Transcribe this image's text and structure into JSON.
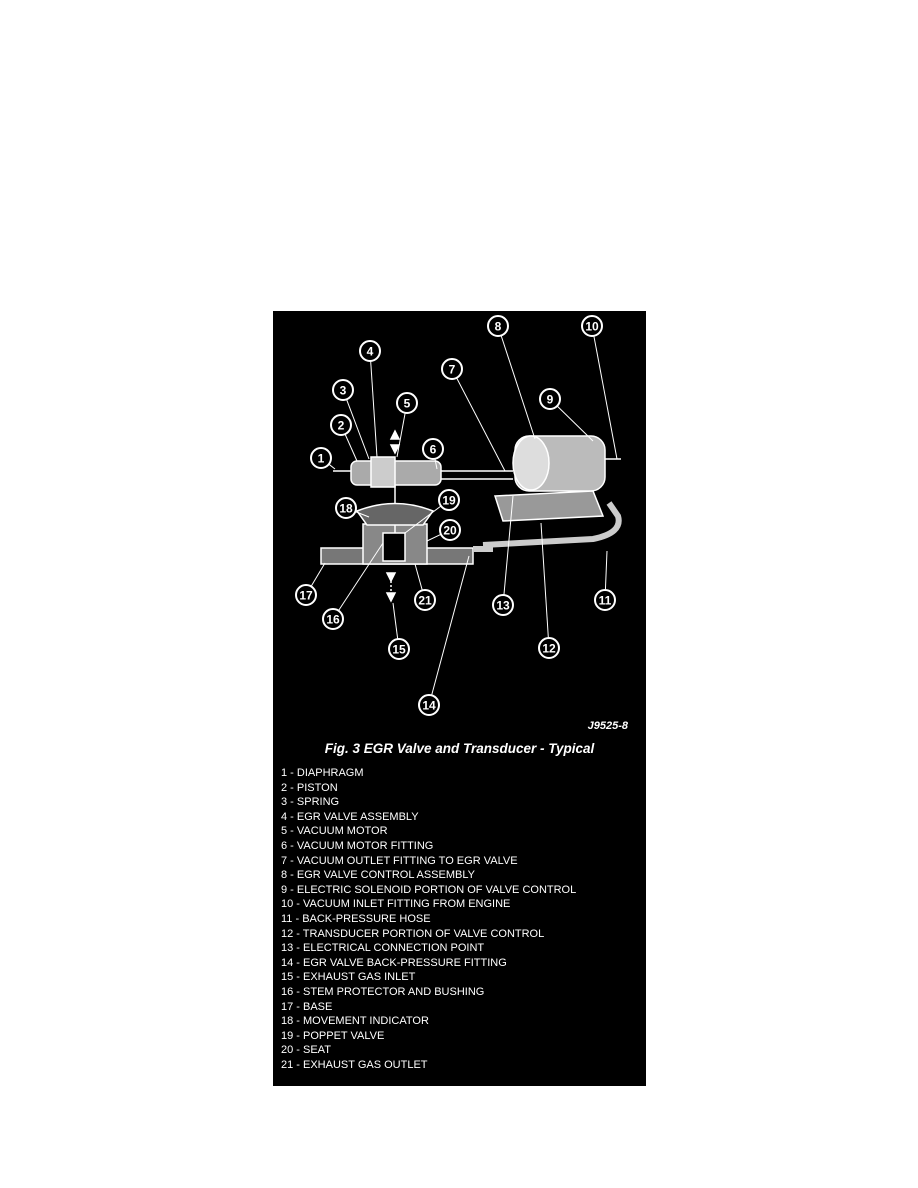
{
  "figure": {
    "id_label": "J9525-8",
    "caption": "Fig. 3 EGR Valve and Transducer - Typical",
    "callouts": [
      "1",
      "2",
      "3",
      "4",
      "5",
      "6",
      "7",
      "8",
      "9",
      "10",
      "11",
      "12",
      "13",
      "14",
      "15",
      "16",
      "17",
      "18",
      "19",
      "20",
      "21"
    ],
    "legend": [
      "1 - DIAPHRAGM",
      "2 - PISTON",
      "3 - SPRING",
      "4 - EGR VALVE ASSEMBLY",
      "5 - VACUUM MOTOR",
      "6 - VACUUM MOTOR FITTING",
      "7 - VACUUM OUTLET FITTING TO EGR VALVE",
      "8 - EGR VALVE CONTROL ASSEMBLY",
      "9 - ELECTRIC SOLENOID PORTION OF VALVE CONTROL",
      "10 - VACUUM INLET FITTING FROM ENGINE",
      "11 - BACK-PRESSURE HOSE",
      "12 - TRANSDUCER PORTION OF VALVE CONTROL",
      "13 - ELECTRICAL CONNECTION POINT",
      "14 - EGR VALVE BACK-PRESSURE FITTING",
      "15 - EXHAUST GAS INLET",
      "16 - STEM PROTECTOR AND BUSHING",
      "17 - BASE",
      "18 - MOVEMENT INDICATOR",
      "19 - POPPET VALVE",
      "20 - SEAT",
      "21 - EXHAUST GAS OUTLET"
    ]
  }
}
